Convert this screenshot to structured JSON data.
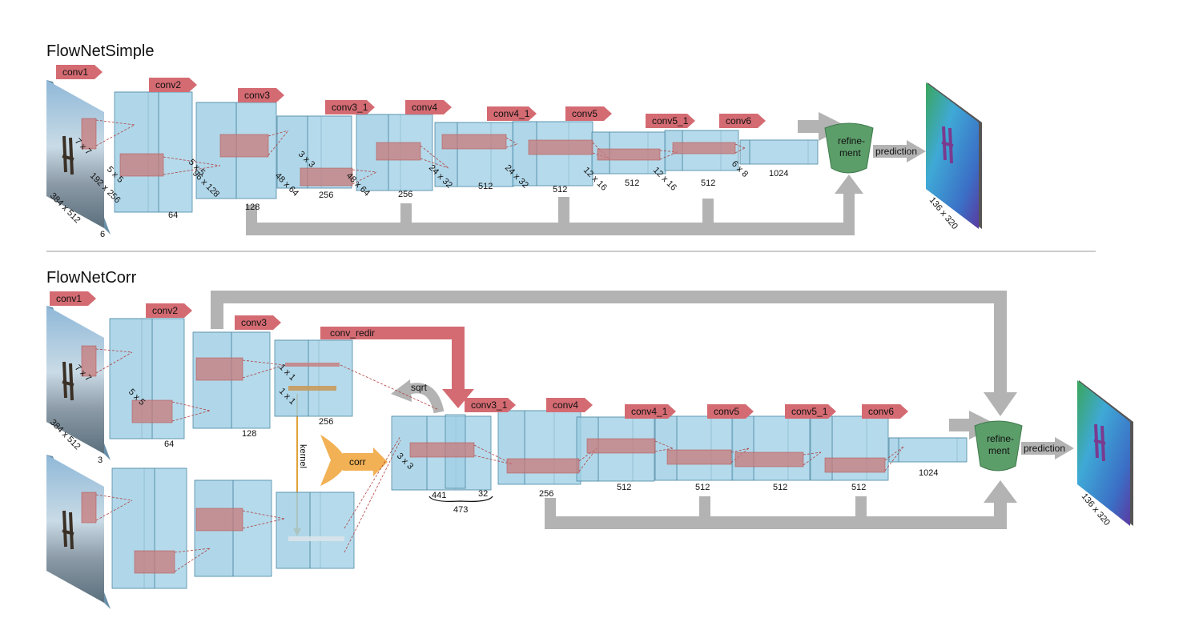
{
  "colors": {
    "conv_arrow": "#d46b72",
    "block_fill": "#9ccde4",
    "block_stroke": "#4f8aa6",
    "filter": "#c77a7a",
    "gray": "#b3b3b3",
    "refinement": "#5c9e6a",
    "corr": "#f1b154",
    "kernel_line": "#e3a23a"
  },
  "simple": {
    "title": "FlowNetSimple",
    "conv": [
      "conv1",
      "conv2",
      "conv3",
      "conv3_1",
      "conv4",
      "conv4_1",
      "conv5",
      "conv5_1",
      "conv6"
    ],
    "dims": [
      "384 x 512",
      "192 x 256",
      "96 x 128",
      "48 x 64",
      "48 x 64",
      "24 x 32",
      "24 x 32",
      "12 x 16",
      "12 x 16",
      "6 x 8"
    ],
    "channels": [
      "6",
      "64",
      "128",
      "256",
      "256",
      "512",
      "512",
      "512",
      "512",
      "1024"
    ],
    "kernels": [
      "7 x 7",
      "5 x 5",
      "5 x 5",
      "3 x 3"
    ],
    "refinement": "refine-\nment",
    "prediction": "prediction",
    "output_dim": "136 x 320"
  },
  "corr": {
    "title": "FlowNetCorr",
    "conv": [
      "conv1",
      "conv2",
      "conv3",
      "conv_redir",
      "conv3_1",
      "conv4",
      "conv4_1",
      "conv5",
      "conv5_1",
      "conv6"
    ],
    "dims": [
      "384 x 512"
    ],
    "channels": [
      "3",
      "64",
      "128",
      "256",
      "441",
      "32",
      "473",
      "256",
      "512",
      "512",
      "512",
      "512",
      "1024"
    ],
    "kernels": [
      "7 x 7",
      "5 x 5",
      "1 x 1",
      "1 x 1",
      "3 x 3"
    ],
    "sqrt": "sqrt",
    "kernel": "kernel",
    "corr_label": "corr",
    "refinement": "refine-\nment",
    "prediction": "prediction",
    "output_dim": "136 x 320"
  }
}
